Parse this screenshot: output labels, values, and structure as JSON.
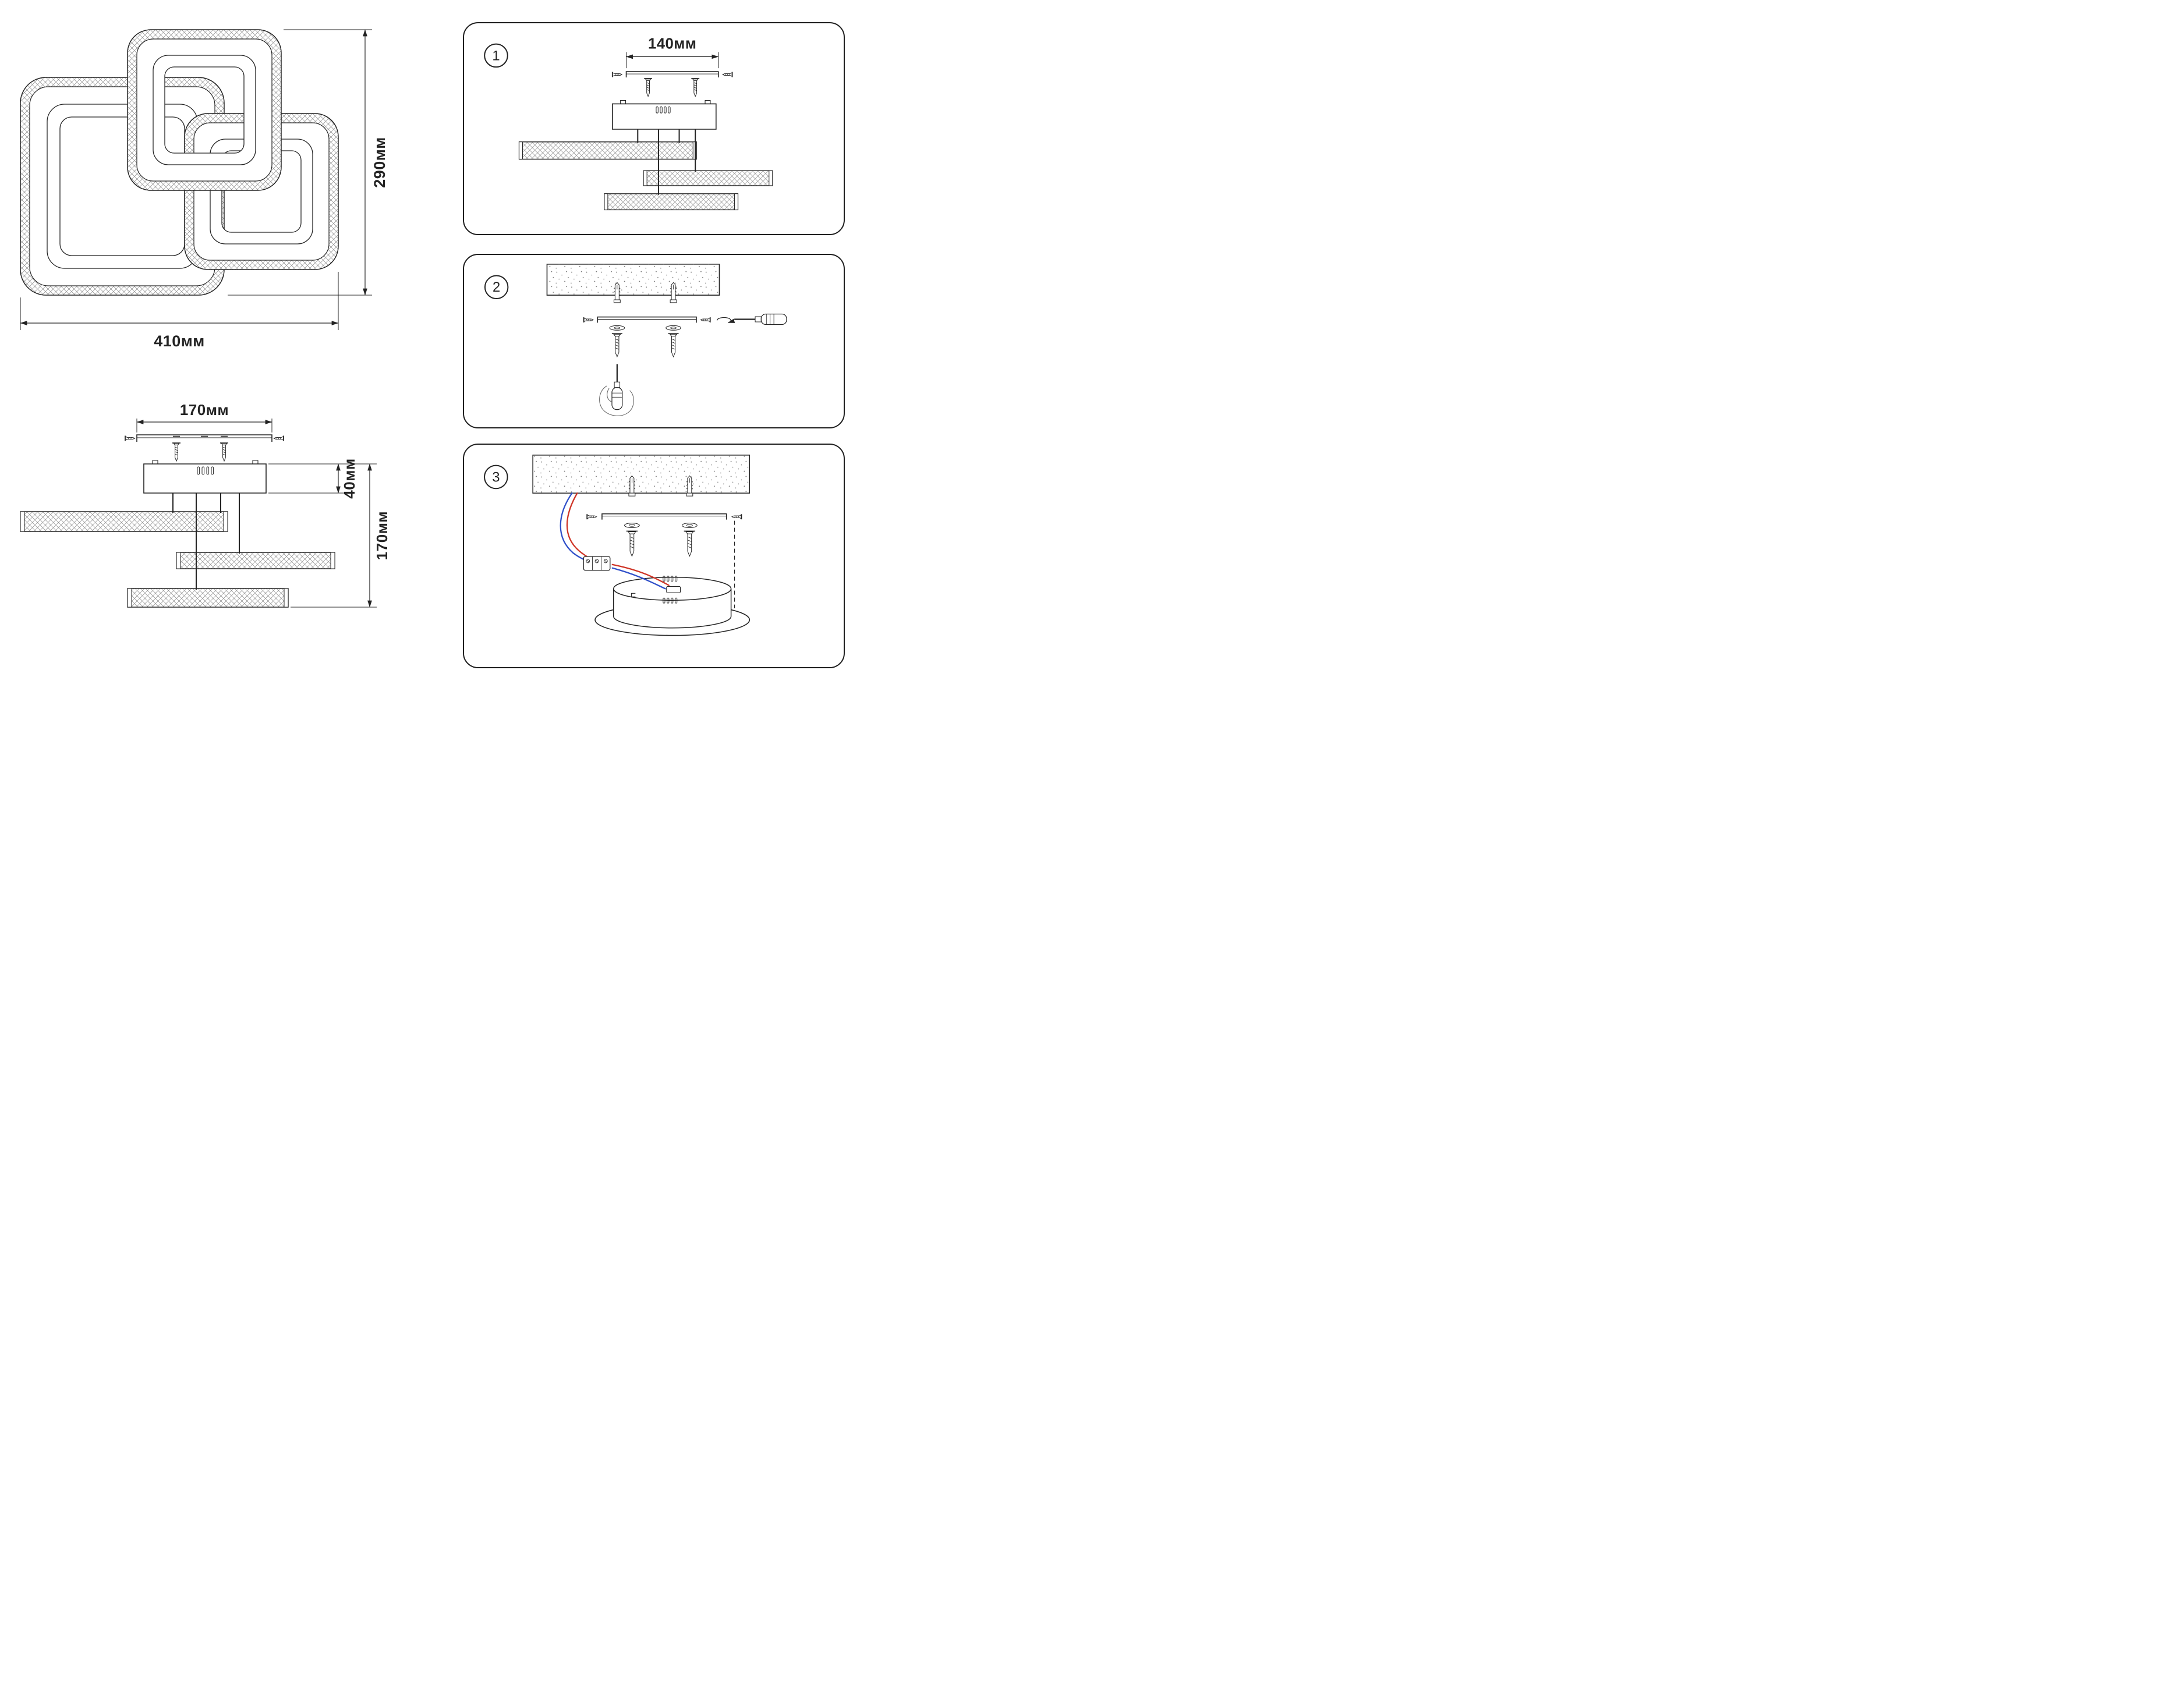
{
  "colors": {
    "line": "#232323",
    "wire_red": "#cf3527",
    "wire_blue": "#2f4fc9"
  },
  "left": {
    "top_view": {
      "width": "410мм",
      "height": "290мм"
    },
    "side_view": {
      "bracket_width": "170мм",
      "canopy_height": "40мм",
      "total_height": "170мм"
    }
  },
  "panels": [
    {
      "number": "1",
      "labels": {
        "bracket_width": "140мм"
      }
    },
    {
      "number": "2",
      "labels": {}
    },
    {
      "number": "3",
      "labels": {}
    }
  ]
}
